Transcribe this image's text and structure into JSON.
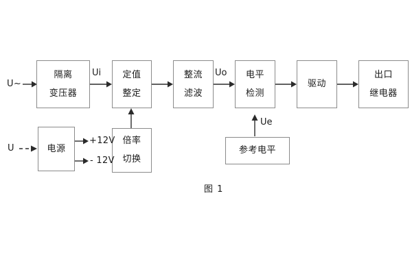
{
  "figure": {
    "caption": "图 1",
    "background": "#ffffff",
    "box_border_color": "#8a8a8a",
    "line_color": "#2b2b2b",
    "text_color": "#1b1b1b"
  },
  "inputs": [
    {
      "id": "ac-input",
      "label": "U~"
    },
    {
      "id": "dc-input",
      "label": "U"
    }
  ],
  "blocks": [
    {
      "id": "isolation-transformer",
      "lines": [
        "隔离",
        "变压器"
      ]
    },
    {
      "id": "setting-value",
      "lines": [
        "定值",
        "整定"
      ]
    },
    {
      "id": "rectify-filter",
      "lines": [
        "整流",
        "滤波"
      ]
    },
    {
      "id": "level-detection",
      "lines": [
        "电平",
        "检测"
      ]
    },
    {
      "id": "drive",
      "lines": [
        "驱动"
      ]
    },
    {
      "id": "output-relay",
      "lines": [
        "出口",
        "继电器"
      ]
    },
    {
      "id": "power-supply",
      "lines": [
        "电源"
      ]
    },
    {
      "id": "multiplier-switch",
      "lines": [
        "倍率",
        "切换"
      ]
    },
    {
      "id": "reference-level",
      "lines": [
        "参考电平"
      ]
    }
  ],
  "signals": [
    {
      "id": "ui",
      "label": "Ui"
    },
    {
      "id": "uo",
      "label": "Uo"
    },
    {
      "id": "ue",
      "label": "Ue"
    }
  ],
  "rails": [
    {
      "id": "rail-pos",
      "label": "+12V"
    },
    {
      "id": "rail-neg",
      "label": "- 12V"
    }
  ]
}
